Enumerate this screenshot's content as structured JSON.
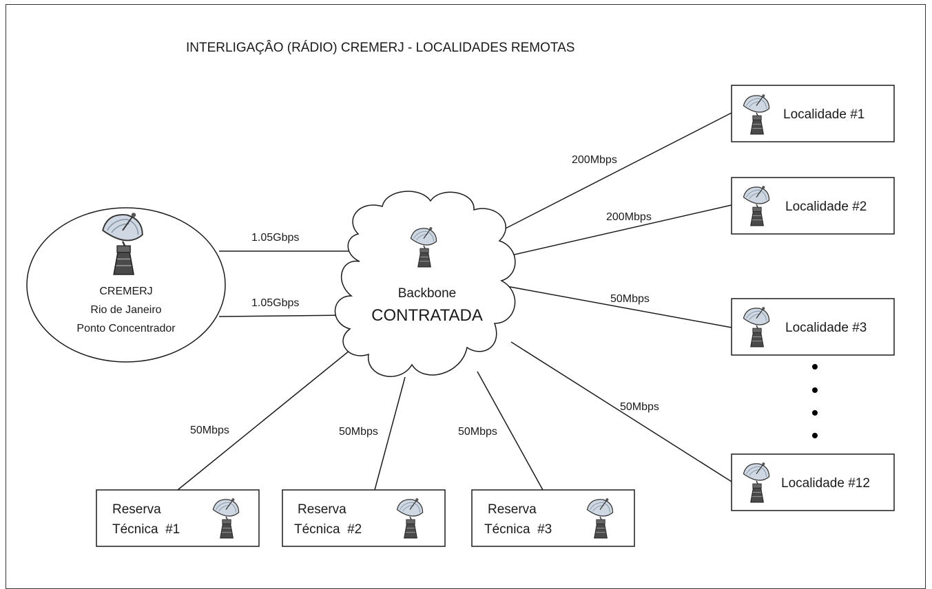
{
  "title": "INTERLIGAÇÂO (RÁDIO) CREMERJ - LOCALIDADES REMOTAS",
  "concentrator": {
    "line1": "CREMERJ",
    "line2": "Rio de Janeiro",
    "line3": "Ponto Concentrador"
  },
  "backbone": {
    "line1": "Backbone",
    "line2": "CONTRATADA"
  },
  "links": {
    "concentrator_upper": "1.05Gbps",
    "concentrator_lower": "1.05Gbps",
    "loc1": "200Mbps",
    "loc2": "200Mbps",
    "loc3": "50Mbps",
    "loc12": "50Mbps",
    "res1": "50Mbps",
    "res2": "50Mbps",
    "res3": "50Mbps"
  },
  "localidades": {
    "loc1": "Localidade #1",
    "loc2": "Localidade #2",
    "loc3": "Localidade #3",
    "loc12": "Localidade #12"
  },
  "reservas": {
    "res1": {
      "line1": "Reserva",
      "line2": "Técnica  #1"
    },
    "res2": {
      "line1": "Reserva",
      "line2": "Técnica  #2"
    },
    "res3": {
      "line1": "Reserva",
      "line2": "Técnica  #3"
    }
  },
  "icons": {
    "antenna": "satellite-dish-icon",
    "ellipsis": "vertical-ellipsis"
  }
}
